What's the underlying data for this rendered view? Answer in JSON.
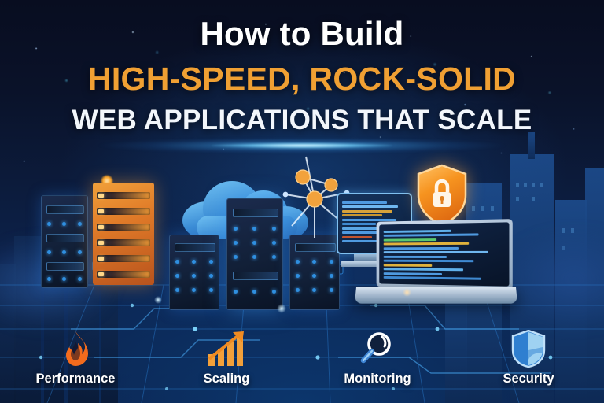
{
  "banner": {
    "title": {
      "line1": "How to Build",
      "line2": "HIGH-SPEED, ROCK-SOLID",
      "line3": "WEB APPLICATIONS THAT SCALE"
    },
    "colors": {
      "accent_orange": "#f0a033",
      "title_white": "#ffffff",
      "background_navy": "#0a1229",
      "background_blue": "#0d2450",
      "glow_cyan": "#5ac8ff",
      "shield_blue": "#2f7fd0"
    },
    "features": [
      {
        "label": "Performance",
        "icon": "flame-icon"
      },
      {
        "label": "Scaling",
        "icon": "bar-chart-growth-icon"
      },
      {
        "label": "Monitoring",
        "icon": "magnifier-icon"
      },
      {
        "label": "Security",
        "icon": "shield-icon"
      }
    ],
    "illustration": {
      "server_rack_orange": "server-rack-orange",
      "server_racks_blue": "server-rack-blue",
      "cloud": "cloud-icon",
      "network_nodes": "network-node-graph",
      "monitor": "desktop-monitor-code",
      "laptop": "laptop-code",
      "security_shield": "shield-padlock-icon",
      "skyline": "city-skyline",
      "circuit_floor": "circuit-board-floor",
      "light_beam": "horizontal-light-beam"
    }
  }
}
